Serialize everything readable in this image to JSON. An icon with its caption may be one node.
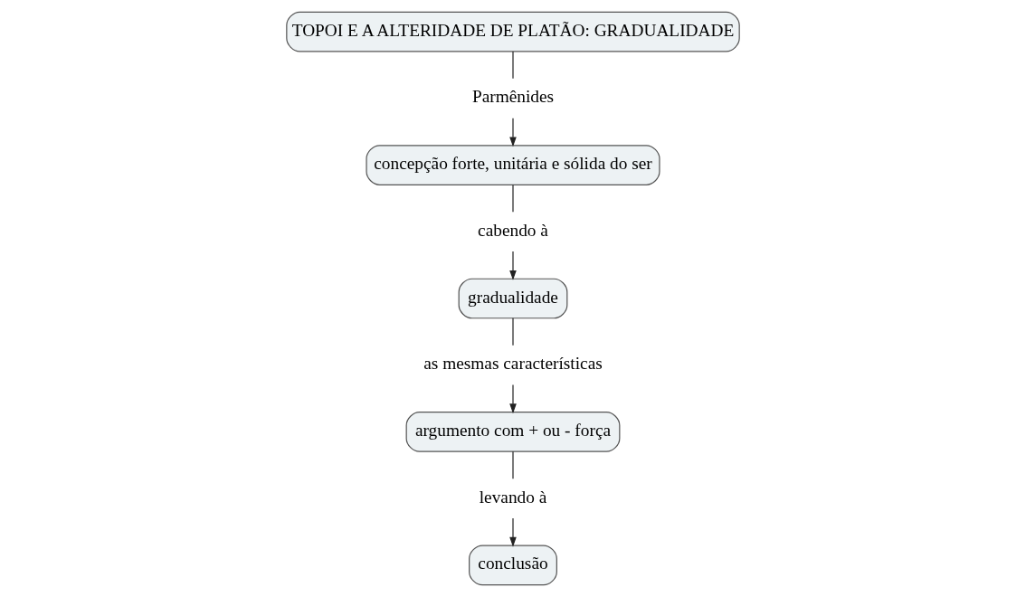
{
  "diagram": {
    "nodes": [
      {
        "text": [
          "TOPOI E A ALTERIDADE DE PLATÃO: GRADUALIDADE"
        ]
      },
      {
        "text": [
          "Parmênides"
        ]
      },
      {
        "text": [
          "concepção forte, unitária e sólida do ser"
        ]
      },
      {
        "text": [
          "cabendo à"
        ]
      },
      {
        "text": [
          "gradualidade"
        ]
      },
      {
        "text": [
          "as mesmas características"
        ]
      },
      {
        "text": [
          "argumento com + ou - força"
        ]
      },
      {
        "text": [
          "levando à"
        ]
      },
      {
        "text": [
          "conclusão"
        ]
      }
    ],
    "edges": [
      {
        "from": 0,
        "to": 1,
        "arrow": "none"
      },
      {
        "from": 1,
        "to": 2,
        "arrow": "to"
      },
      {
        "from": 2,
        "to": 3,
        "arrow": "none"
      },
      {
        "from": 3,
        "to": 4,
        "arrow": "to"
      },
      {
        "from": 4,
        "to": 5,
        "arrow": "none"
      },
      {
        "from": 5,
        "to": 6,
        "arrow": "to"
      },
      {
        "from": 6,
        "to": 7,
        "arrow": "none"
      },
      {
        "from": 7,
        "to": 8,
        "arrow": "to"
      }
    ]
  }
}
